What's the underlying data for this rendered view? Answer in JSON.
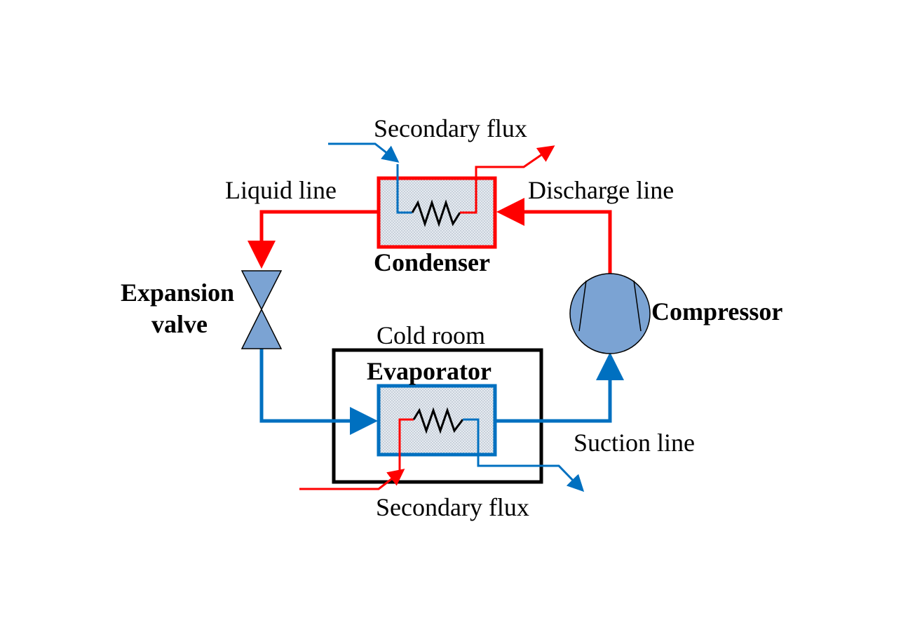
{
  "labels": {
    "secondary_flux_top": "Secondary flux",
    "liquid_line": "Liquid line",
    "discharge_line": "Discharge line",
    "condenser": "Condenser",
    "expansion_valve_line1": "Expansion",
    "expansion_valve_line2": "valve",
    "compressor": "Compressor",
    "cold_room": "Cold room",
    "evaporator": "Evaporator",
    "suction_line": "Suction line",
    "secondary_flux_bottom": "Secondary flux"
  },
  "colors": {
    "hot_line": "#ff0000",
    "cold_line": "#0070c0",
    "component_fill": "#7ba3d3",
    "box_fill": "#dfe6ee",
    "cold_room_border": "#000000"
  }
}
